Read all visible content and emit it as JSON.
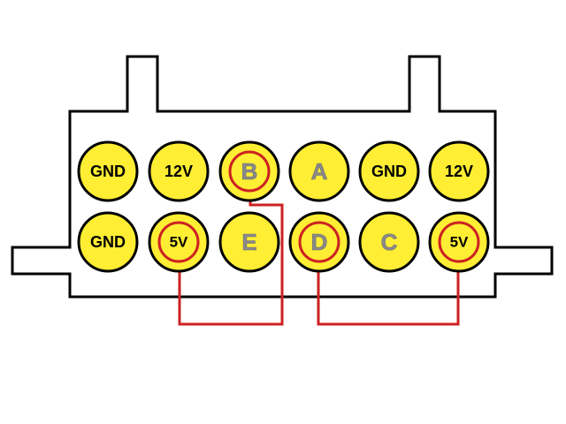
{
  "colors": {
    "background": "#ffffff",
    "housing_fill": "#ffffff",
    "housing_outline": "#000000",
    "pin_fill": "#ffee33",
    "pin_outline": "#000000",
    "jumper_wire": "#cc2222",
    "label_text": "#000000",
    "letter_text": "#8a8a8a"
  },
  "connector": {
    "top_row": [
      {
        "label": "GND",
        "kind": "text",
        "jumpered": false
      },
      {
        "label": "12V",
        "kind": "text",
        "jumpered": false
      },
      {
        "label": "B",
        "kind": "letter",
        "jumpered": true
      },
      {
        "label": "A",
        "kind": "letter",
        "jumpered": false
      },
      {
        "label": "GND",
        "kind": "text",
        "jumpered": false
      },
      {
        "label": "12V",
        "kind": "text",
        "jumpered": false
      }
    ],
    "bottom_row": [
      {
        "label": "GND",
        "kind": "text",
        "jumpered": false
      },
      {
        "label": "5V",
        "kind": "text",
        "jumpered": true
      },
      {
        "label": "E",
        "kind": "letter",
        "jumpered": false
      },
      {
        "label": "D",
        "kind": "letter",
        "jumpered": true
      },
      {
        "label": "C",
        "kind": "letter",
        "jumpered": false
      },
      {
        "label": "5V",
        "kind": "text",
        "jumpered": true
      }
    ]
  },
  "jumpers": [
    {
      "from": "B",
      "to": "5V"
    },
    {
      "from": "D",
      "to": "5V"
    }
  ]
}
